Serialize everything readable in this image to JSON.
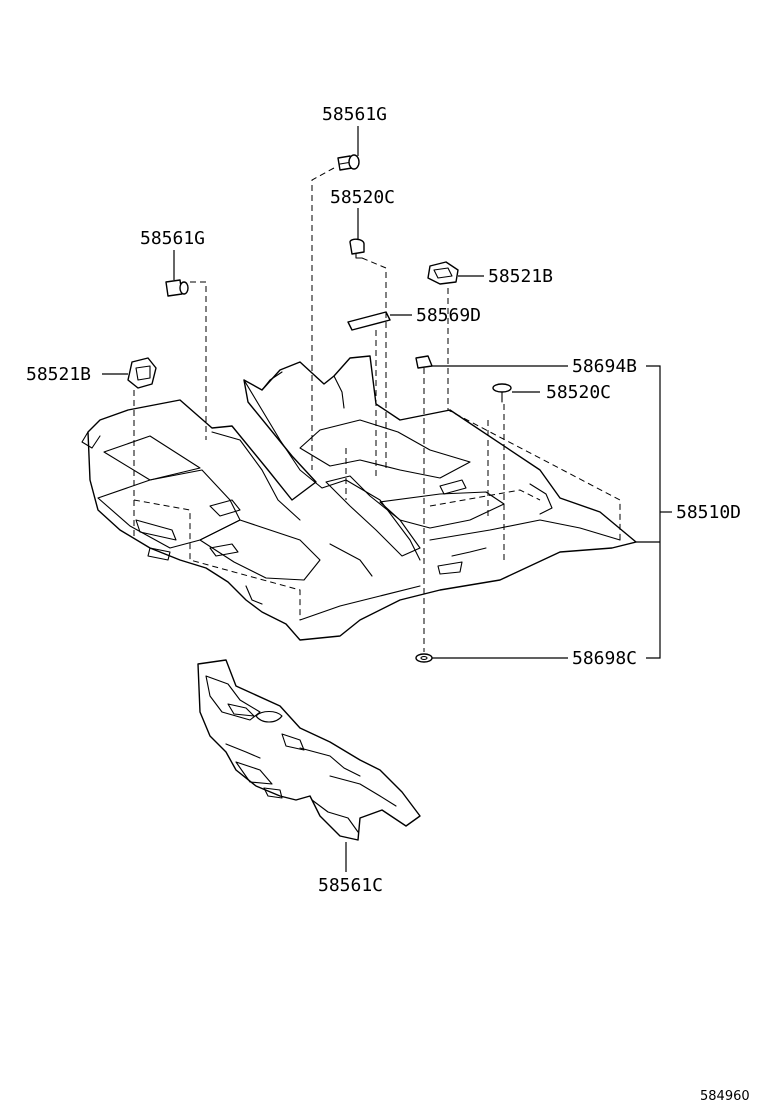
{
  "diagram": {
    "callouts": {
      "clip_top": "58561G",
      "clip_center": "58520C",
      "clip_right_top": "58521B",
      "plate": "58569D",
      "fastener_right": "58694B",
      "clip_right": "58520C",
      "clip_left": "58561G",
      "clip_left_side": "58521B",
      "carpet_assembly": "58510D",
      "washer": "58698C",
      "rear_mat": "58561C"
    },
    "reference_number": "584960"
  }
}
